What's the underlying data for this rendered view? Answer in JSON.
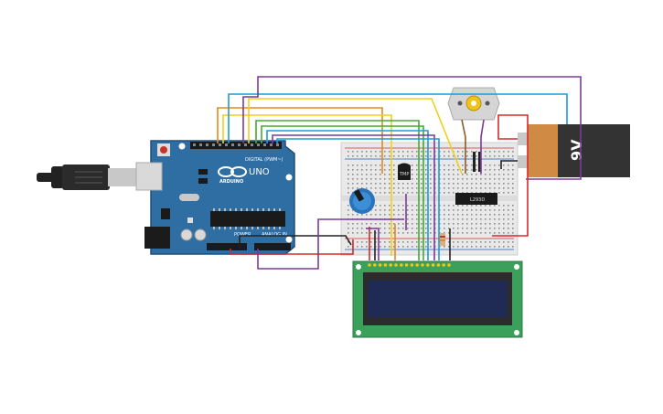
{
  "arduino": {
    "logo_text": "UNO",
    "brand_text": "ARDUINO",
    "digital_label": "DIGITAL (PWM~)",
    "power_label": "POWER",
    "analog_label": "ANALOG IN"
  },
  "temp_sensor": {
    "label": "TMP"
  },
  "motor_driver": {
    "label": "L293D"
  },
  "battery": {
    "label": "9V"
  },
  "colors": {
    "board": "#2f6ea3",
    "breadboard": "#e9e9e9",
    "lcd_pcb": "#3aa05a",
    "lcd_screen": "#1f2b55",
    "battery_body": "#333333",
    "battery_label": "#d18a44",
    "wire_red": "#d62b2b",
    "wire_orange": "#e38a1e",
    "wire_yellow": "#f2cf1c",
    "wire_green": "#46a836",
    "wire_blue": "#1f9ad6",
    "wire_purple": "#7d3a9a",
    "wire_black": "#222222",
    "wire_brown": "#8b5a2b"
  }
}
